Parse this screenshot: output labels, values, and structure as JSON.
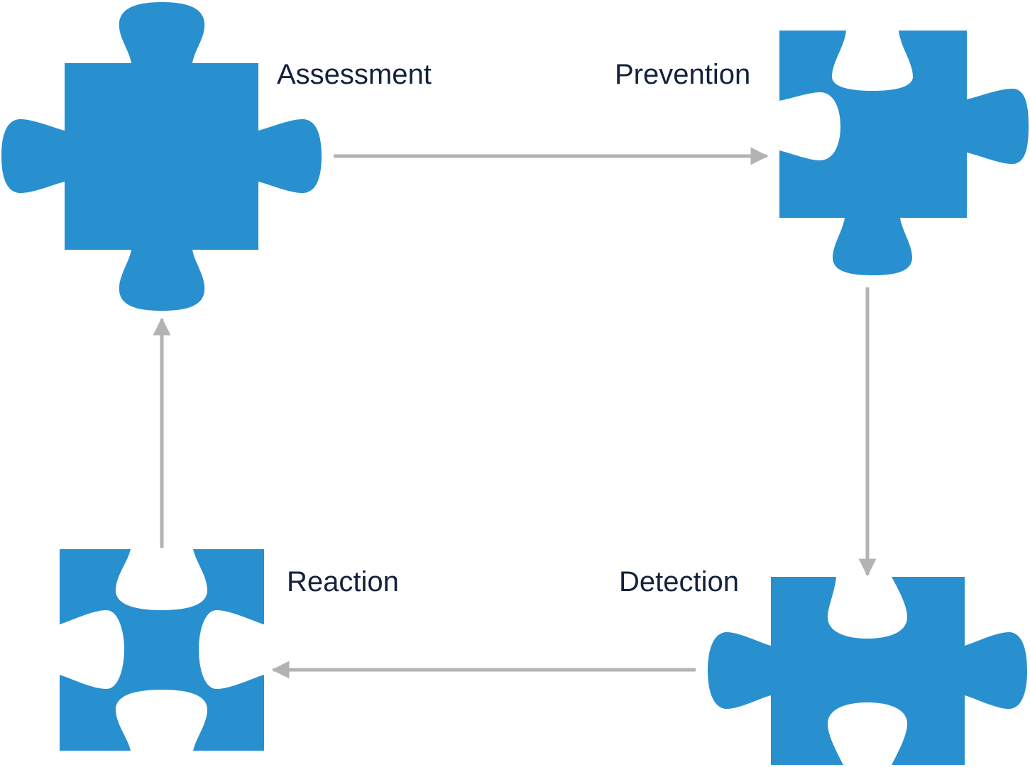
{
  "diagram": {
    "colors": {
      "piece": "#2990D0",
      "arrow": "#B3B3B3",
      "label": "#14213D"
    },
    "pieces": [
      {
        "label": "Assessment"
      },
      {
        "label": "Prevention"
      },
      {
        "label": "Detection"
      },
      {
        "label": "Reaction"
      }
    ],
    "flow": [
      {
        "from": "Assessment",
        "to": "Prevention"
      },
      {
        "from": "Prevention",
        "to": "Detection"
      },
      {
        "from": "Detection",
        "to": "Reaction"
      },
      {
        "from": "Reaction",
        "to": "Assessment"
      }
    ]
  }
}
